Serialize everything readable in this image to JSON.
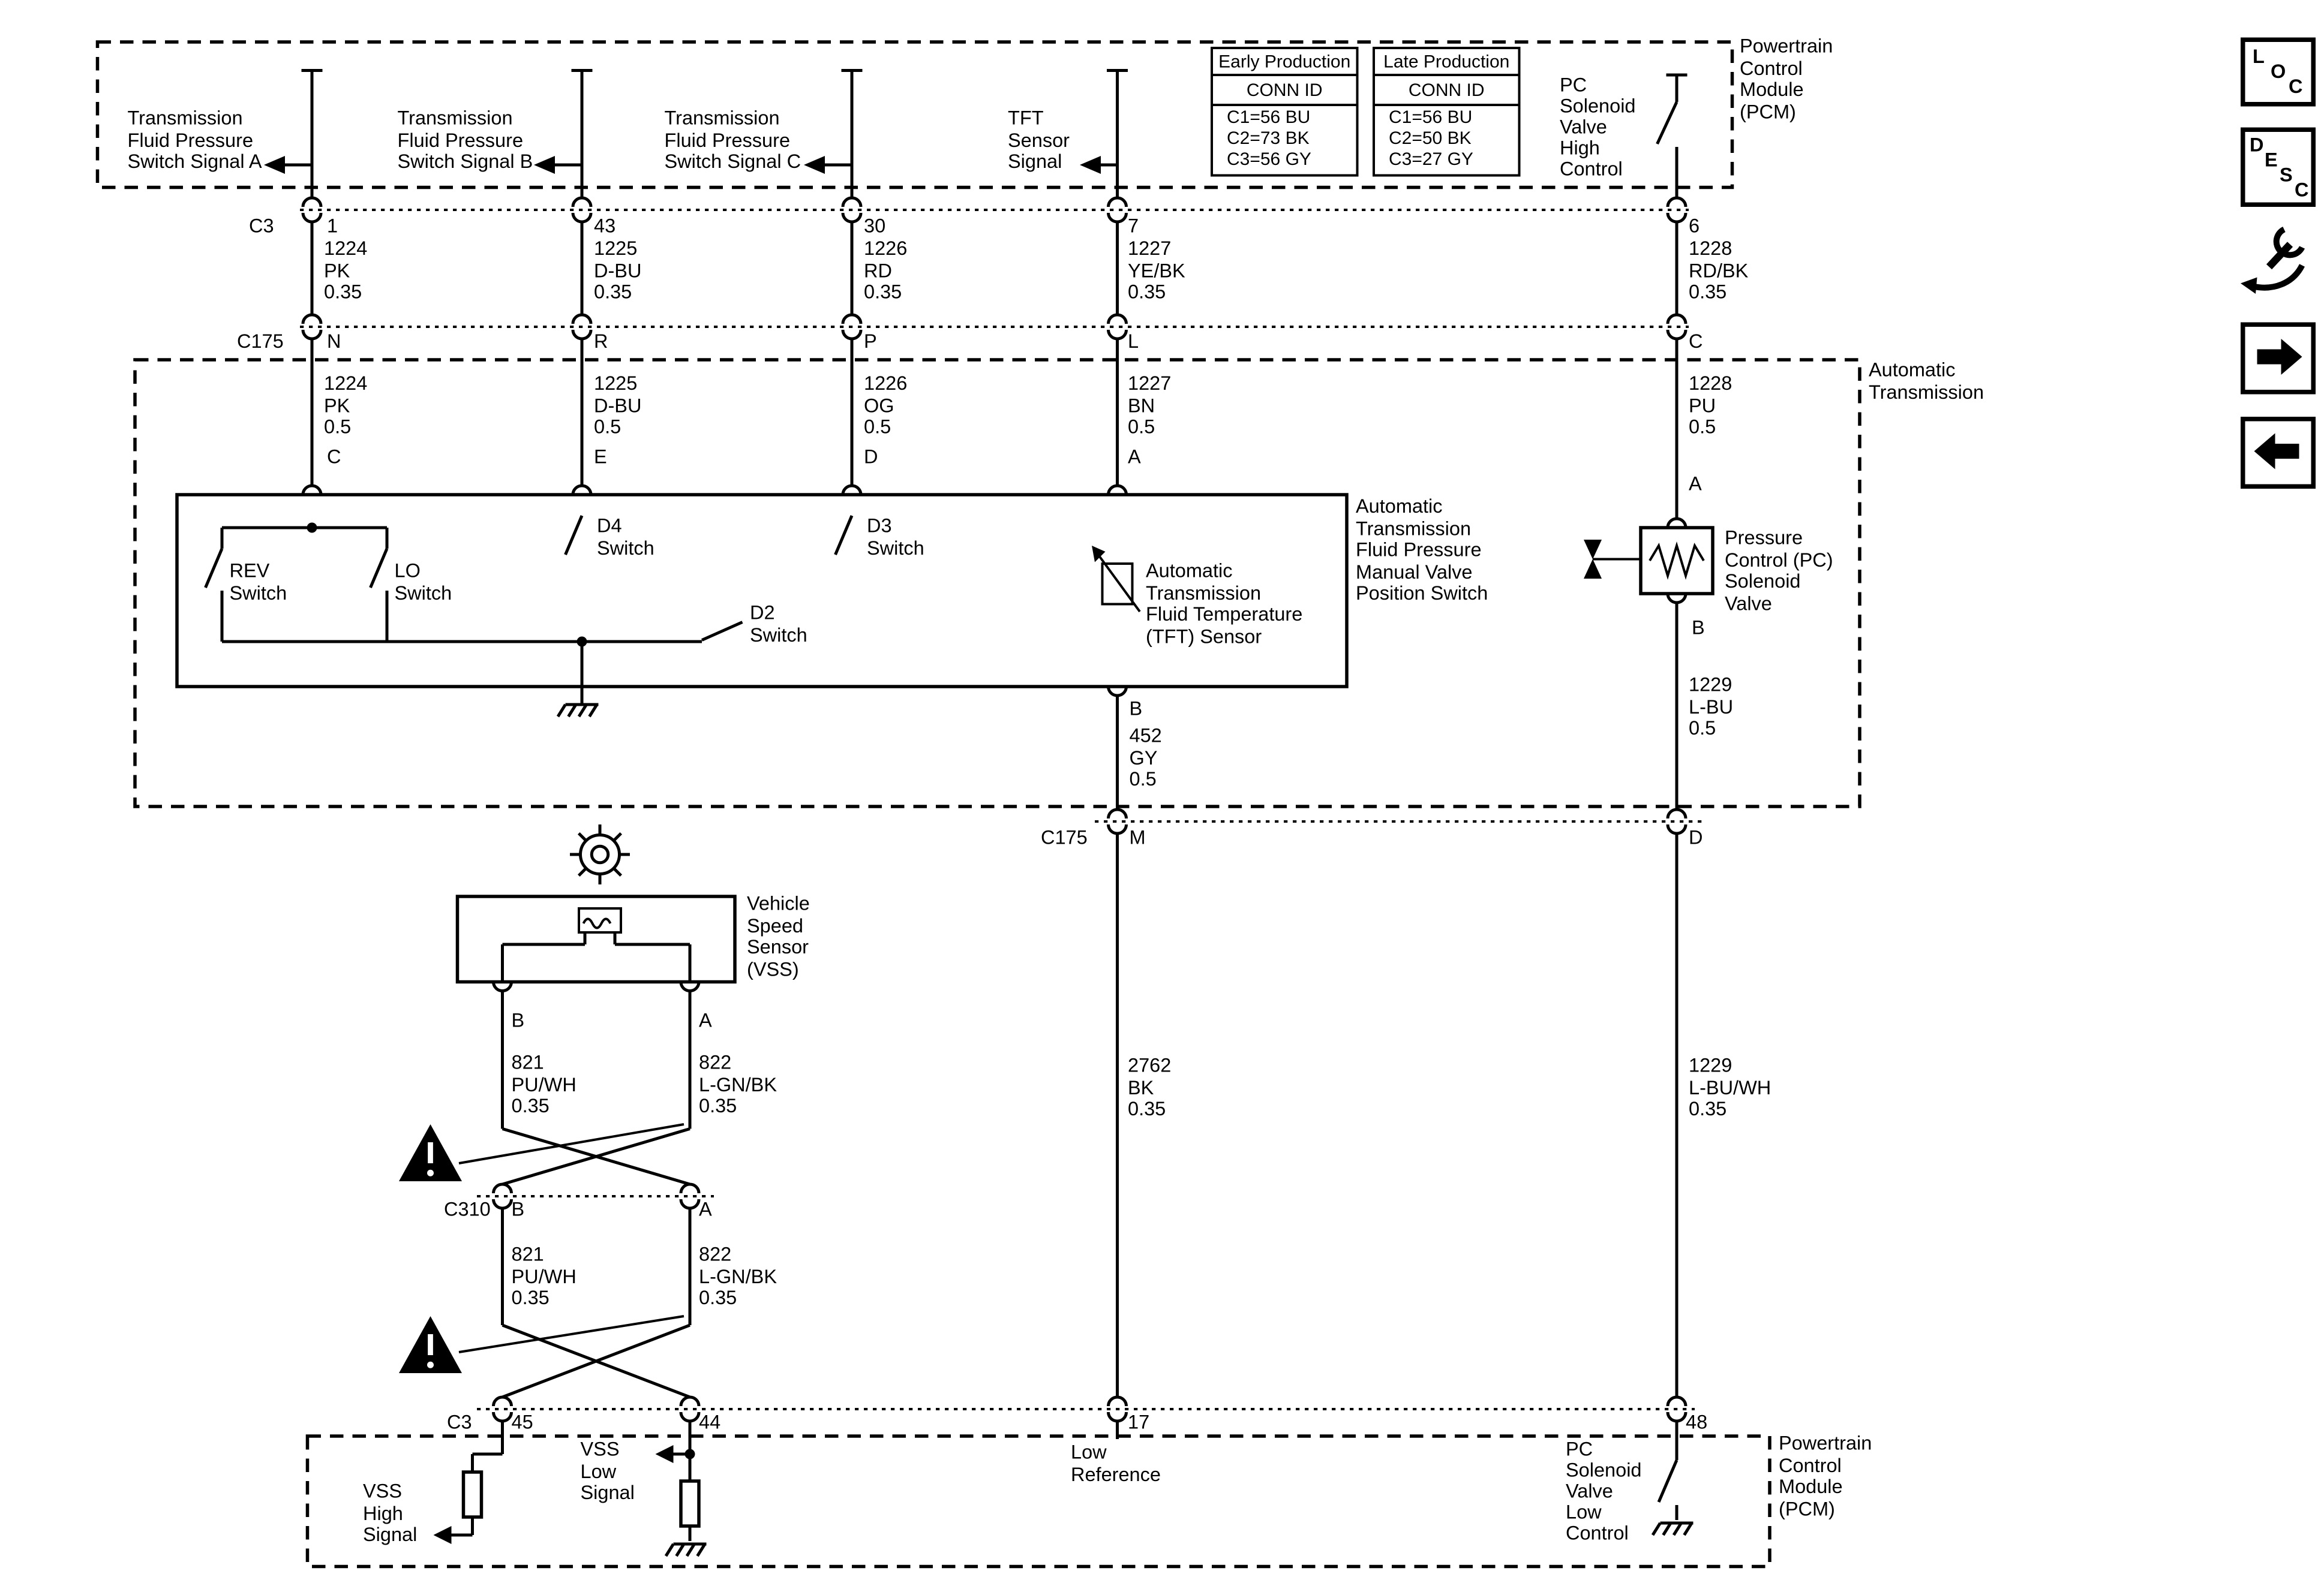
{
  "colors": {
    "ink": "#000000",
    "paper": "#ffffff"
  },
  "top_pcm": {
    "module_label": "Powertrain\nControl\nModule\n(PCM)",
    "signals": [
      "Transmission\nFluid Pressure\nSwitch Signal A",
      "Transmission\nFluid Pressure\nSwitch Signal B",
      "Transmission\nFluid Pressure\nSwitch Signal C",
      "TFT\nSensor\nSignal",
      "PC\nSolenoid\nValve\nHigh\nControl"
    ],
    "tables": [
      {
        "title": "Early Production",
        "header": "CONN ID",
        "rows": [
          "C1=56 BU",
          "C2=73 BK",
          "C3=56 GY"
        ]
      },
      {
        "title": "Late Production",
        "header": "CONN ID",
        "rows": [
          "C1=56 BU",
          "C2=50 BK",
          "C3=27 GY"
        ]
      }
    ]
  },
  "connectors": {
    "c3_top": {
      "name": "C3",
      "pins": [
        "1",
        "43",
        "30",
        "7",
        "6"
      ]
    },
    "c175_top": {
      "name": "C175",
      "pins": [
        "N",
        "R",
        "P",
        "L",
        "C"
      ]
    },
    "c175_mid": {
      "name": "C175",
      "pins": [
        "M",
        "D"
      ]
    },
    "c310": {
      "name": "C310",
      "pins": [
        "B",
        "A"
      ]
    },
    "c3_bottom": {
      "name": "C3",
      "pins": [
        "45",
        "44",
        "17",
        "48"
      ]
    }
  },
  "wire_labels": {
    "row1": [
      "1224\nPK\n0.35",
      "1225\nD-BU\n0.35",
      "1226\nRD\n0.35",
      "1227\nYE/BK\n0.35",
      "1228\nRD/BK\n0.35"
    ],
    "row2": [
      "1224\nPK\n0.5",
      "1225\nD-BU\n0.5",
      "1226\nOG\n0.5",
      "1227\nBN\n0.5",
      "1228\nPU\n0.5"
    ],
    "tft_drop": "452\nGY\n0.5",
    "pc_drop": "1229\nL-BU\n0.5",
    "low_ref_run": "2762\nBK\n0.35",
    "pc_run": "1229\nL-BU/WH\n0.35",
    "vss_b1": "821\nPU/WH\n0.35",
    "vss_a1": "822\nL-GN/BK\n0.35",
    "vss_b2": "821\nPU/WH\n0.35",
    "vss_a2": "822\nL-GN/BK\n0.35"
  },
  "transmission": {
    "box_label": "Automatic\nTransmission",
    "rev_switch": "REV\nSwitch",
    "lo_switch": "LO\nSwitch",
    "d4_switch": "D4\nSwitch",
    "d3_switch": "D3\nSwitch",
    "d2_switch": "D2\nSwitch",
    "tft_sensor": "Automatic\nTransmission\nFluid Temperature\n(TFT) Sensor",
    "manual_valve": "Automatic\nTransmission\nFluid Pressure\nManual Valve\nPosition Switch",
    "pc_valve": "Pressure\nControl (PC)\nSolenoid\nValve",
    "pins": {
      "row": [
        "C",
        "E",
        "D",
        "A"
      ],
      "pc_a": "A",
      "tft_b": "B",
      "pc_b": "B"
    }
  },
  "vss": {
    "label": "Vehicle\nSpeed\nSensor\n(VSS)",
    "pin_b": "B",
    "pin_a": "A"
  },
  "bottom_pcm": {
    "module_label": "Powertrain\nControl\nModule\n(PCM)",
    "vss_high": "VSS\nHigh\nSignal",
    "vss_low": "VSS\nLow\nSignal",
    "low_reference": "Low\nReference",
    "pc_low": "PC\nSolenoid\nValve\nLow\nControl"
  },
  "sidebar": {
    "loc": [
      "L",
      "O",
      "C"
    ],
    "desc": [
      "D",
      "E",
      "S",
      "C"
    ]
  }
}
